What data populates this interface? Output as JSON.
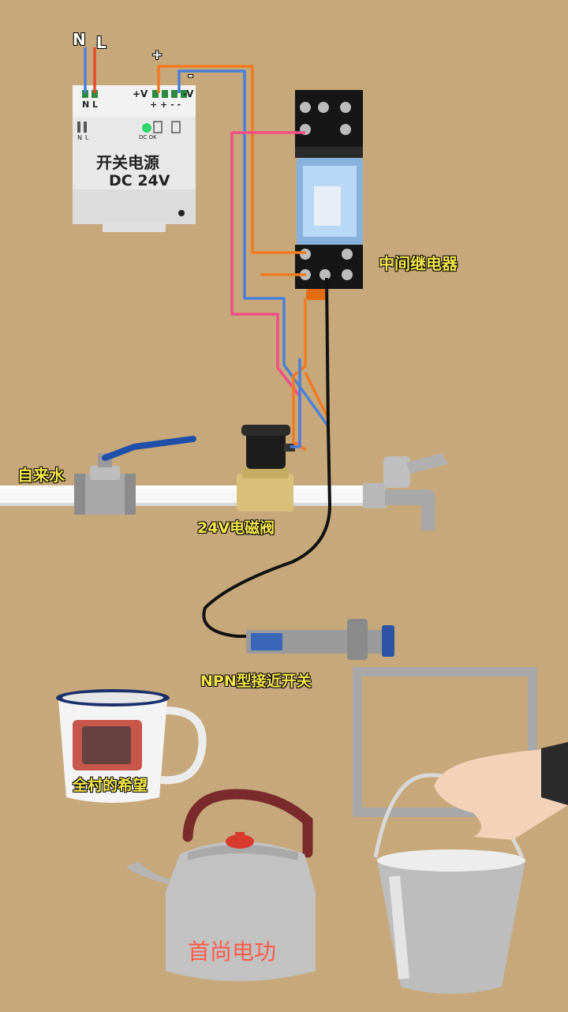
{
  "supply_terminals": {
    "n": "N",
    "l": "L",
    "plus": "+",
    "minus": "-"
  },
  "power_supply": {
    "label_line1": "开关电源",
    "label_line2": "DC 24V",
    "terminal_left": "+V",
    "terminal_right": "-V",
    "terminal_marks": "+ + - -",
    "input_marks": "N L",
    "small_n": "N",
    "small_l": "L",
    "dc_ok": "DC OK"
  },
  "labels": {
    "relay": "中间继电器",
    "tap_water": "自来水",
    "valve": "24V电磁阀",
    "sensor": "NPN型接近开关",
    "mug": "全村的希望",
    "watermark": "首尚电功"
  },
  "colors": {
    "background": "#c7a87a",
    "wire_blue": "#4a7fd8",
    "wire_red": "#e64a2e",
    "wire_orange": "#f07a22",
    "wire_pink": "#ef4f86",
    "wire_black": "#111111",
    "label_yellow": "#f4e64a"
  }
}
